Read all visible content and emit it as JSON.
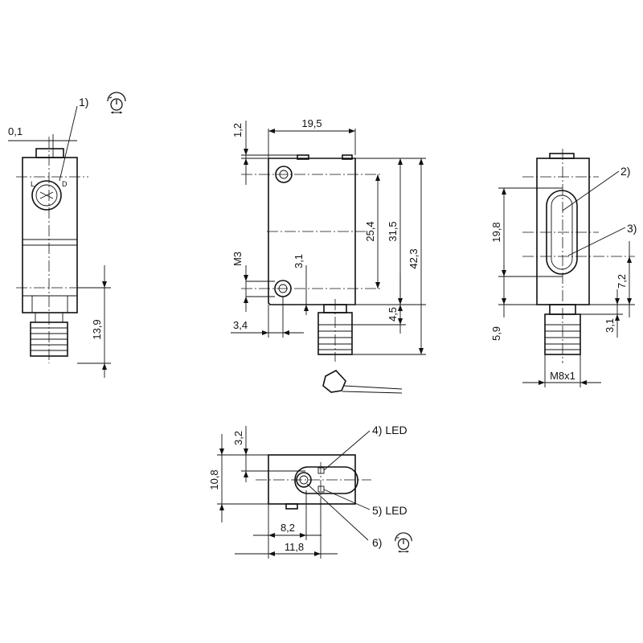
{
  "dimensions": {
    "d_0_1": "0,1",
    "d_13_9": "13,9",
    "d_1_2": "1,2",
    "d_19_5": "19,5",
    "d_m3": "M3",
    "d_3_1_front": "3,1",
    "d_25_4": "25,4",
    "d_31_5": "31,5",
    "d_42_3": "42,3",
    "d_4_5": "4,5",
    "d_3_4": "3,4",
    "d_19_8": "19,8",
    "d_7_2": "7,2",
    "d_5_9": "5,9",
    "d_3_1_side": "3,1",
    "d_m8x1": "M8x1",
    "d_3_2": "3,2",
    "d_10_8": "10,8",
    "d_8_2": "8,2",
    "d_11_8": "11,8"
  },
  "callouts": {
    "c1": "1)",
    "c2": "2)",
    "c3": "3)",
    "c4": "4) LED",
    "c5": "5) LED",
    "c6": "6)"
  },
  "icons": [
    "potentiometer-rotate-icon"
  ],
  "colors": {
    "line": "#111111",
    "background": "#ffffff"
  }
}
